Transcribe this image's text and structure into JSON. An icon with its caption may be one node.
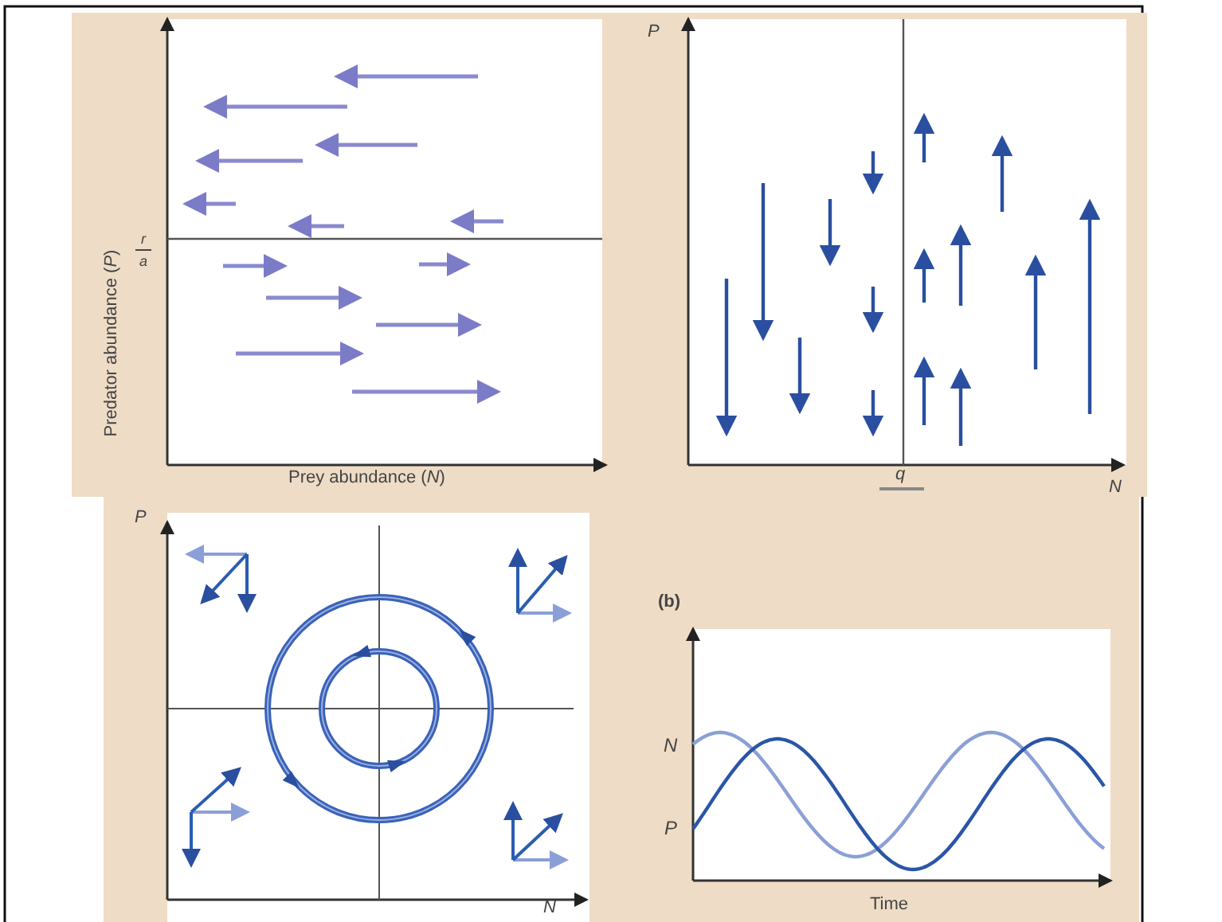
{
  "diagram": {
    "labels": [
      "Predator abundance (*P*)",
      "r",
      "a",
      "Prey abundance (*N*)",
      "*P*",
      "q",
      "*N*",
      "*P*",
      "*N*",
      "(b)",
      "*N*",
      "*P*",
      "Time"
    ]
  }
}
